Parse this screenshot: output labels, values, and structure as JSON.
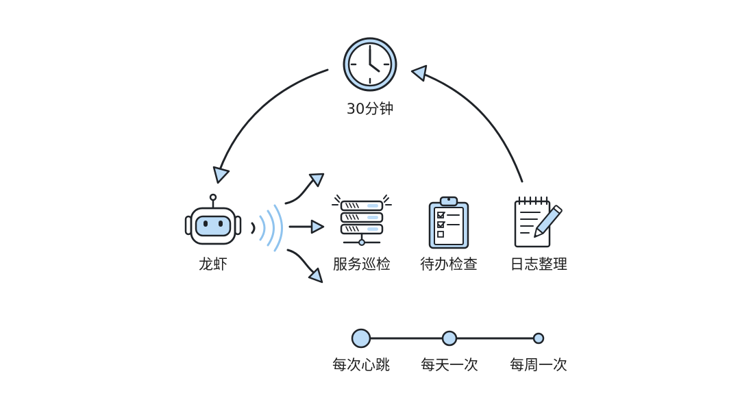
{
  "timer": {
    "label": "30分钟",
    "icon": "clock-icon"
  },
  "agent": {
    "label": "龙虾",
    "icon": "robot-icon"
  },
  "tasks": [
    {
      "label": "服务巡检",
      "icon": "server-rack-icon"
    },
    {
      "label": "待办检查",
      "icon": "checklist-clipboard-icon"
    },
    {
      "label": "日志整理",
      "icon": "notepad-pencil-icon"
    }
  ],
  "frequency": [
    {
      "label": "每次心跳"
    },
    {
      "label": "每天一次"
    },
    {
      "label": "每周一次"
    }
  ],
  "colors": {
    "accent": "#bcdcf7",
    "ink": "#1f2328"
  }
}
